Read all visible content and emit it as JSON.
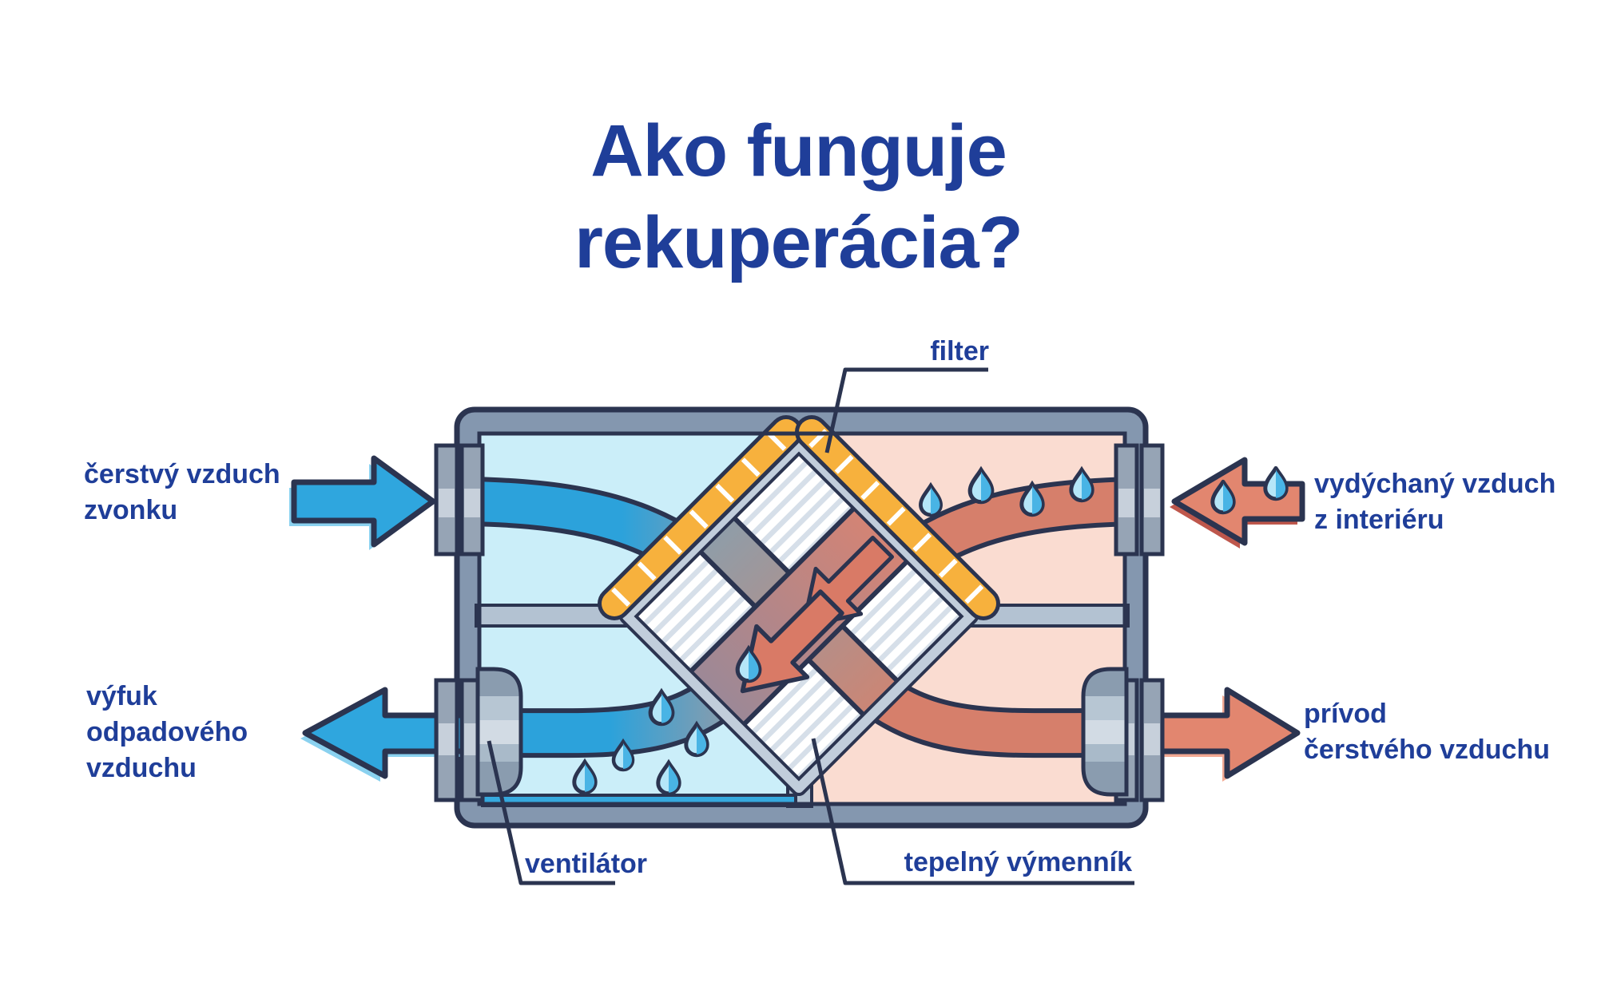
{
  "title": {
    "line1": "Ako funguje",
    "line2": "rekuperácia?"
  },
  "labels": {
    "fresh_air_outside": "čerstvý vzduch\nzvonku",
    "exhaust_waste_air": "výfuk\nodpadového\nvzduchu",
    "stale_air_interior": "vydýchaný vzduch\nz interiéru",
    "fresh_air_supply": "prívod\nčerstvého vzduchu",
    "filter": "filter",
    "fan": "ventilátor",
    "heat_exchanger": "tepelný výmenník"
  },
  "colors": {
    "text_blue": "#1F3E99",
    "outline_navy": "#2B3450",
    "cold_air_blue": "#2CA2DB",
    "warm_air_salmon": "#D67F6B",
    "arrow_salmon": "#E2866F",
    "filter_orange": "#F7B13D",
    "interior_cold": "#CBEEF9",
    "interior_warm": "#FADCD1",
    "casing_gray": "#8497AF",
    "droplet_blue": "#49B4E5"
  }
}
